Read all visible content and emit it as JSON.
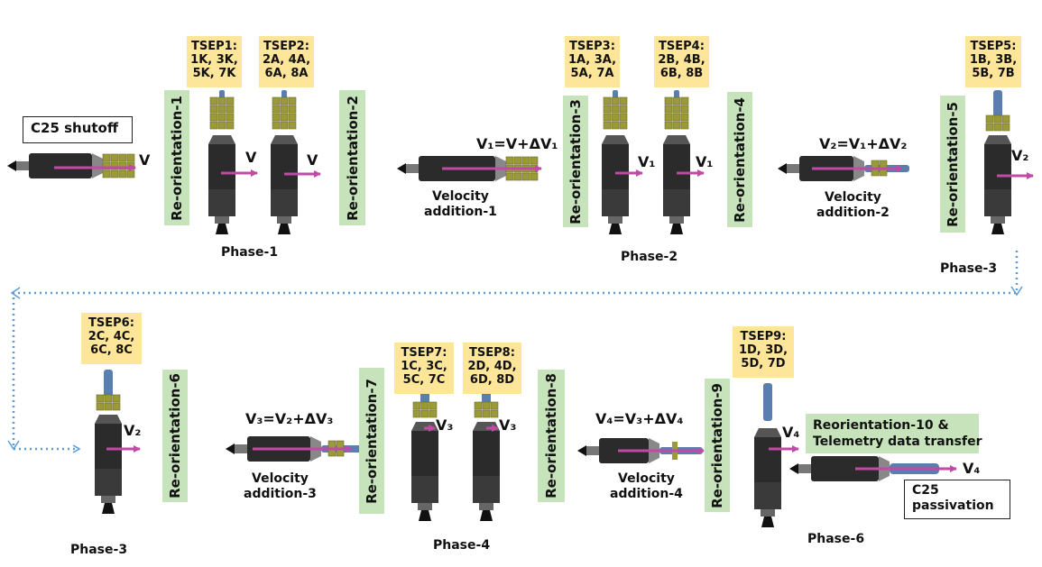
{
  "colors": {
    "velocity_arrow": "#c04aa6",
    "tsep_box": "#fde59a",
    "reorientation_box": "#c7e3bb",
    "flow_line": "#5b9bd5",
    "stage_body": "#2b2b2b",
    "payload": "#9a9a3a",
    "nozzle_tip": "#5a7fae"
  },
  "c25_shutoff": "C25 shutoff",
  "c25_passivation": "C25\npassivation",
  "tsep": [
    "TSEP1:\n1K, 3K,\n5K, 7K",
    "TSEP2:\n2A, 4A,\n6A, 8A",
    "TSEP3:\n1A, 3A,\n5A, 7A",
    "TSEP4:\n2B, 4B,\n6B, 8B",
    "TSEP5:\n1B, 3B,\n5B, 7B",
    "TSEP6:\n2C, 4C,\n6C, 8C",
    "TSEP7:\n1C, 3C,\n5C, 7C",
    "TSEP8:\n2D, 4D,\n6D, 8D",
    "TSEP9:\n1D, 3D,\n5D, 7D"
  ],
  "reorientation": [
    "Re-orientation-1",
    "Re-orientation-2",
    "Re-orientation-3",
    "Re-orientation-4",
    "Re-orientation-5",
    "Re-orientation-6",
    "Re-orientation-7",
    "Re-orientation-8",
    "Re-orientation-9"
  ],
  "reorientation_10": "Reorientation-10 &\nTelemetry data transfer",
  "equations": [
    "V₁=V+ΔV₁",
    "V₂=V₁+ΔV₂",
    "V₃=V₂+ΔV₃",
    "V₄=V₃+ΔV₄"
  ],
  "velocity_additions": [
    "Velocity\naddition-1",
    "Velocity\naddition-2",
    "Velocity\naddition-3",
    "Velocity\naddition-4"
  ],
  "velocity_labels": [
    "V",
    "V",
    "V",
    "V₁",
    "V₁",
    "V₂",
    "V₂",
    "V₃",
    "V₃",
    "V₄",
    "V₄"
  ],
  "phases": [
    "Phase-1",
    "Phase-2",
    "Phase-3",
    "Phase-3",
    "Phase-4",
    "Phase-6"
  ]
}
